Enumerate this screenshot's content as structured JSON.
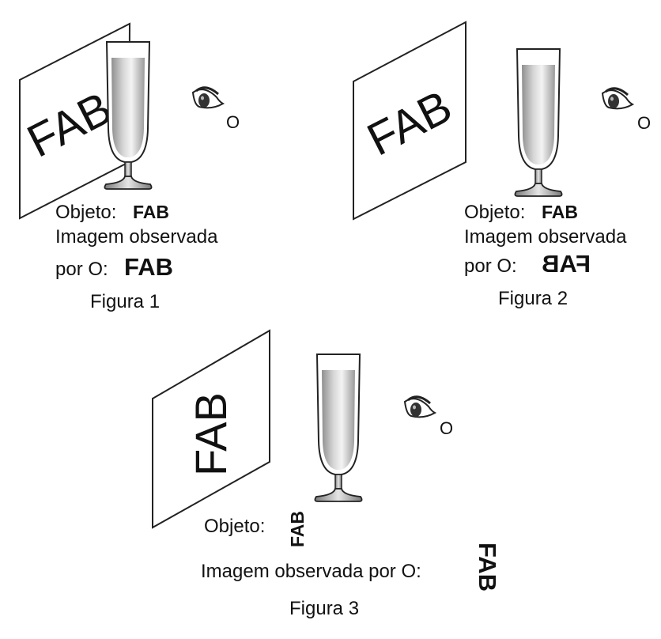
{
  "object_text": "FAB",
  "observer_label": "O",
  "figure1": {
    "caption": "Figura 1",
    "object_label": "Objeto:",
    "object_value": "FAB",
    "image_label_line1": "Imagem observada",
    "image_label_line2": "por O:",
    "image_value": "FAB"
  },
  "figure2": {
    "caption": "Figura 2",
    "object_label": "Objeto:",
    "object_value": "FAB",
    "image_label_line1": "Imagem observada",
    "image_label_line2": "por O:",
    "image_value": "FAB"
  },
  "figure3": {
    "caption": "Figura 3",
    "object_label": "Objeto:",
    "object_value": "FAB",
    "image_label": "Imagem observada por O:",
    "image_value": "FAB"
  }
}
